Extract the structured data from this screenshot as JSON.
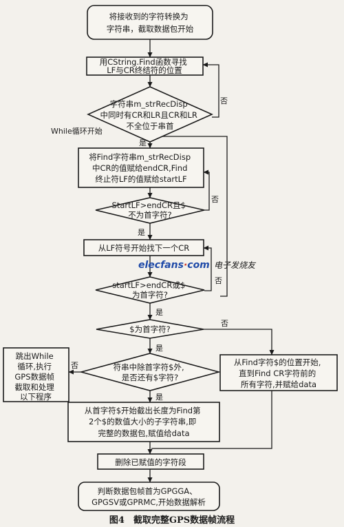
{
  "nodes": {
    "start": [
      "将接收到的字符转换为",
      "字符串，截取数据包开始"
    ],
    "find": [
      "用CString.Find函数寻找",
      "LF与CR终结符的位置"
    ],
    "cond1": [
      "字符串m_strRecDisp",
      "中同时有CR和LR且CR和LR",
      "不全位于串首"
    ],
    "assign": [
      "将Find字符串m_strRecDisp",
      "中CR的值赋给endCR,Find",
      "终止符LF的值赋给startLF"
    ],
    "cond2": [
      "StartLF>endCR且$",
      "不为首字符?"
    ],
    "nextcr": [
      "从LF符号开始找下一个CR"
    ],
    "cond3": [
      "startLF>endCR或$",
      "为首字符?"
    ],
    "cond4": [
      "$为首字符?"
    ],
    "cond5": [
      "符串中除首字符$外,",
      "是否还有$字符?"
    ],
    "exit": [
      "跳出While",
      "循环,执行",
      "GPS数据帧",
      "截取和处理",
      "以下程序"
    ],
    "fromfind": [
      "从Find字符$的位置开始,",
      "直到Find CR字符前的",
      "所有字符,并赋给data"
    ],
    "extract": [
      "从首字符$开始截出长度为Find第",
      "2个$的数值大小的子字符串,即",
      "完整的数据包,赋值给data"
    ],
    "delete": [
      "删除已赋值的字符段"
    ],
    "judge": [
      "判断数据包帧首为GPGGA、",
      "GPGSV或GPRMC,开始数据解析"
    ]
  },
  "labels": {
    "yes": "是",
    "no": "否",
    "while_start": "While循环开始"
  },
  "watermark": {
    "brand": "elecfans",
    "dot": "·",
    "suffix": "com",
    "cn": "电子发烧友"
  },
  "caption": "图4　截取完整GPS数据帧流程"
}
